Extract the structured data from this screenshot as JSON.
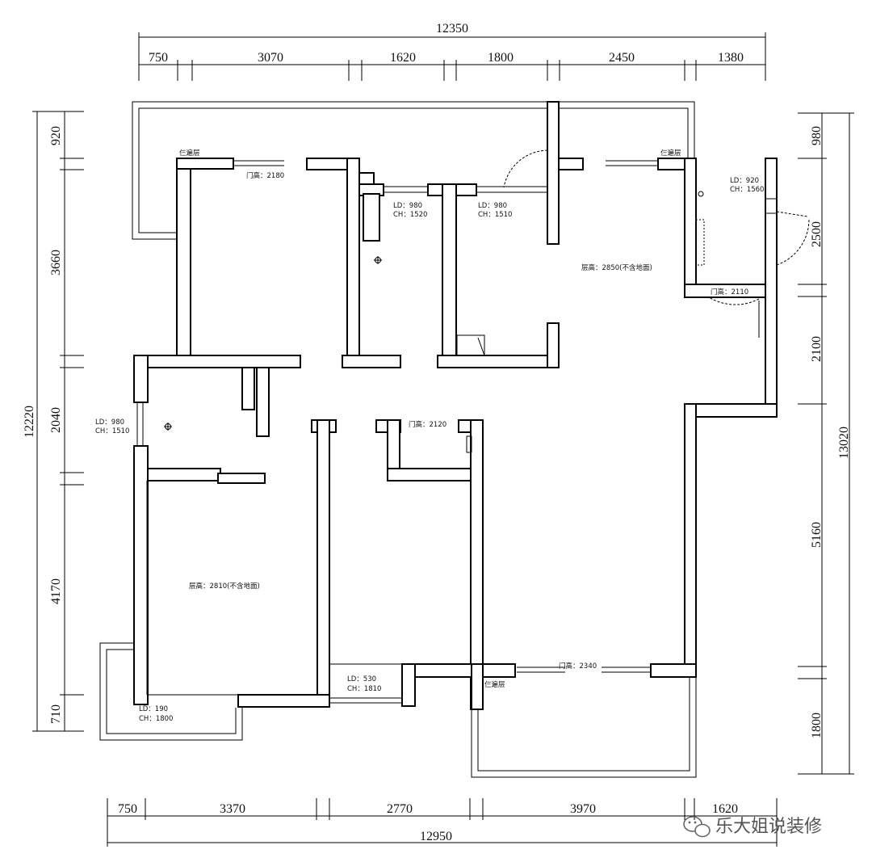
{
  "dimensions": {
    "top_total": "12350",
    "top_segments": [
      "750",
      "3070",
      "1620",
      "1800",
      "2450",
      "1380"
    ],
    "bottom_total": "12950",
    "bottom_segments": [
      "750",
      "3370",
      "2770",
      "3970",
      "1620"
    ],
    "left_total": "12220",
    "left_segments": [
      "920",
      "3660",
      "2040",
      "4170",
      "710"
    ],
    "right_total": "13020",
    "right_segments": [
      "980",
      "2500",
      "2100",
      "5160",
      "1800"
    ]
  },
  "notes": {
    "beam_a": "仨遍层",
    "door_a": "门高：2180",
    "win_a_ld": "LD：980",
    "win_a_ch": "CH：1520",
    "win_b_ld": "LD：980",
    "win_b_ch": "CH：1510",
    "beam_b": "仨遍层",
    "win_c_ld": "LD：920",
    "win_c_ch": "CH：1560",
    "floor_h_1": "层高：2850(不含地面)",
    "door_b": "门高：2110",
    "win_d_ld": "LD：980",
    "win_d_ch": "CH：1510",
    "door_c": "门高：2120",
    "floor_h_2": "层高：2810(不含地面)",
    "door_d": "门高：2340",
    "win_e_ld": "LD：530",
    "win_e_ch": "CH：1810",
    "beam_c": "仨遍层",
    "win_f_ld": "LD：190",
    "win_f_ch": "CH：1800"
  },
  "watermark": "乐大姐说装修"
}
